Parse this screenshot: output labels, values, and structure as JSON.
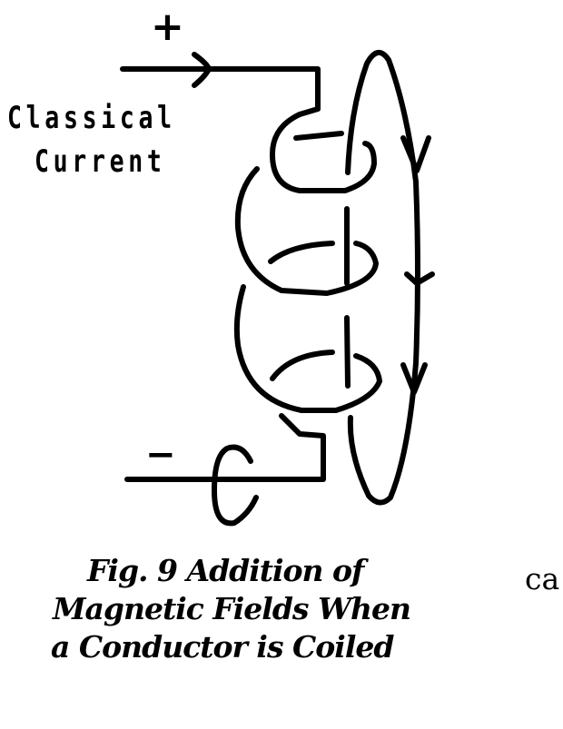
{
  "figure": {
    "labels": {
      "positive_terminal": "+",
      "negative_terminal": "−",
      "current_label_line1": "Classical",
      "current_label_line2": "Current"
    },
    "caption": {
      "line1": "Fig. 9  Addition of",
      "line2": "Magnetic Fields When",
      "line3": "a Conductor is Coiled"
    },
    "cutoff_text": "ca",
    "elements": {
      "coil_turns": 3,
      "field_arrows_direction": "down",
      "field_arrow_count": 3,
      "current_arrow_direction": "right"
    },
    "colors": {
      "ink": "#000000",
      "background": "#ffffff"
    }
  }
}
